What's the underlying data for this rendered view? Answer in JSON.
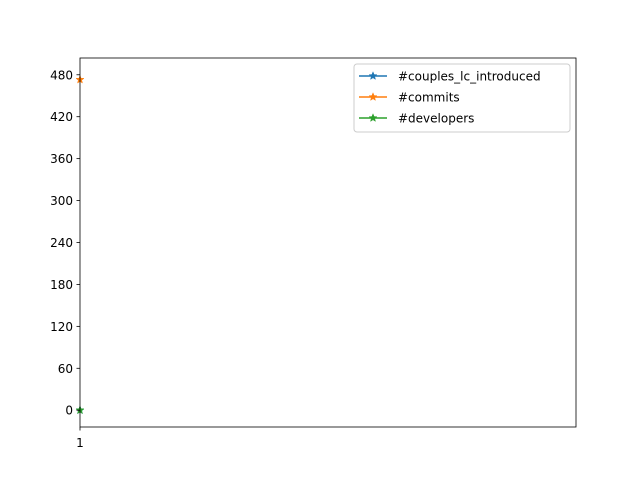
{
  "chart_data": {
    "type": "line",
    "title": "",
    "xlabel": "",
    "ylabel": "",
    "categories": [
      "1"
    ],
    "x": [
      1
    ],
    "ylim": [
      -24,
      504
    ],
    "yticks": [
      0,
      60,
      120,
      180,
      240,
      300,
      360,
      420,
      480
    ],
    "xticks": [
      1
    ],
    "grid": false,
    "legend_position": "top-right",
    "marker": "star",
    "series": [
      {
        "name": "#couples_lc_introduced",
        "color": "#1f77b4",
        "values": [
          0
        ]
      },
      {
        "name": "#commits",
        "color": "#ff7f0e",
        "values": [
          473
        ]
      },
      {
        "name": "#developers",
        "color": "#2ca02c",
        "values": [
          0
        ]
      }
    ]
  }
}
